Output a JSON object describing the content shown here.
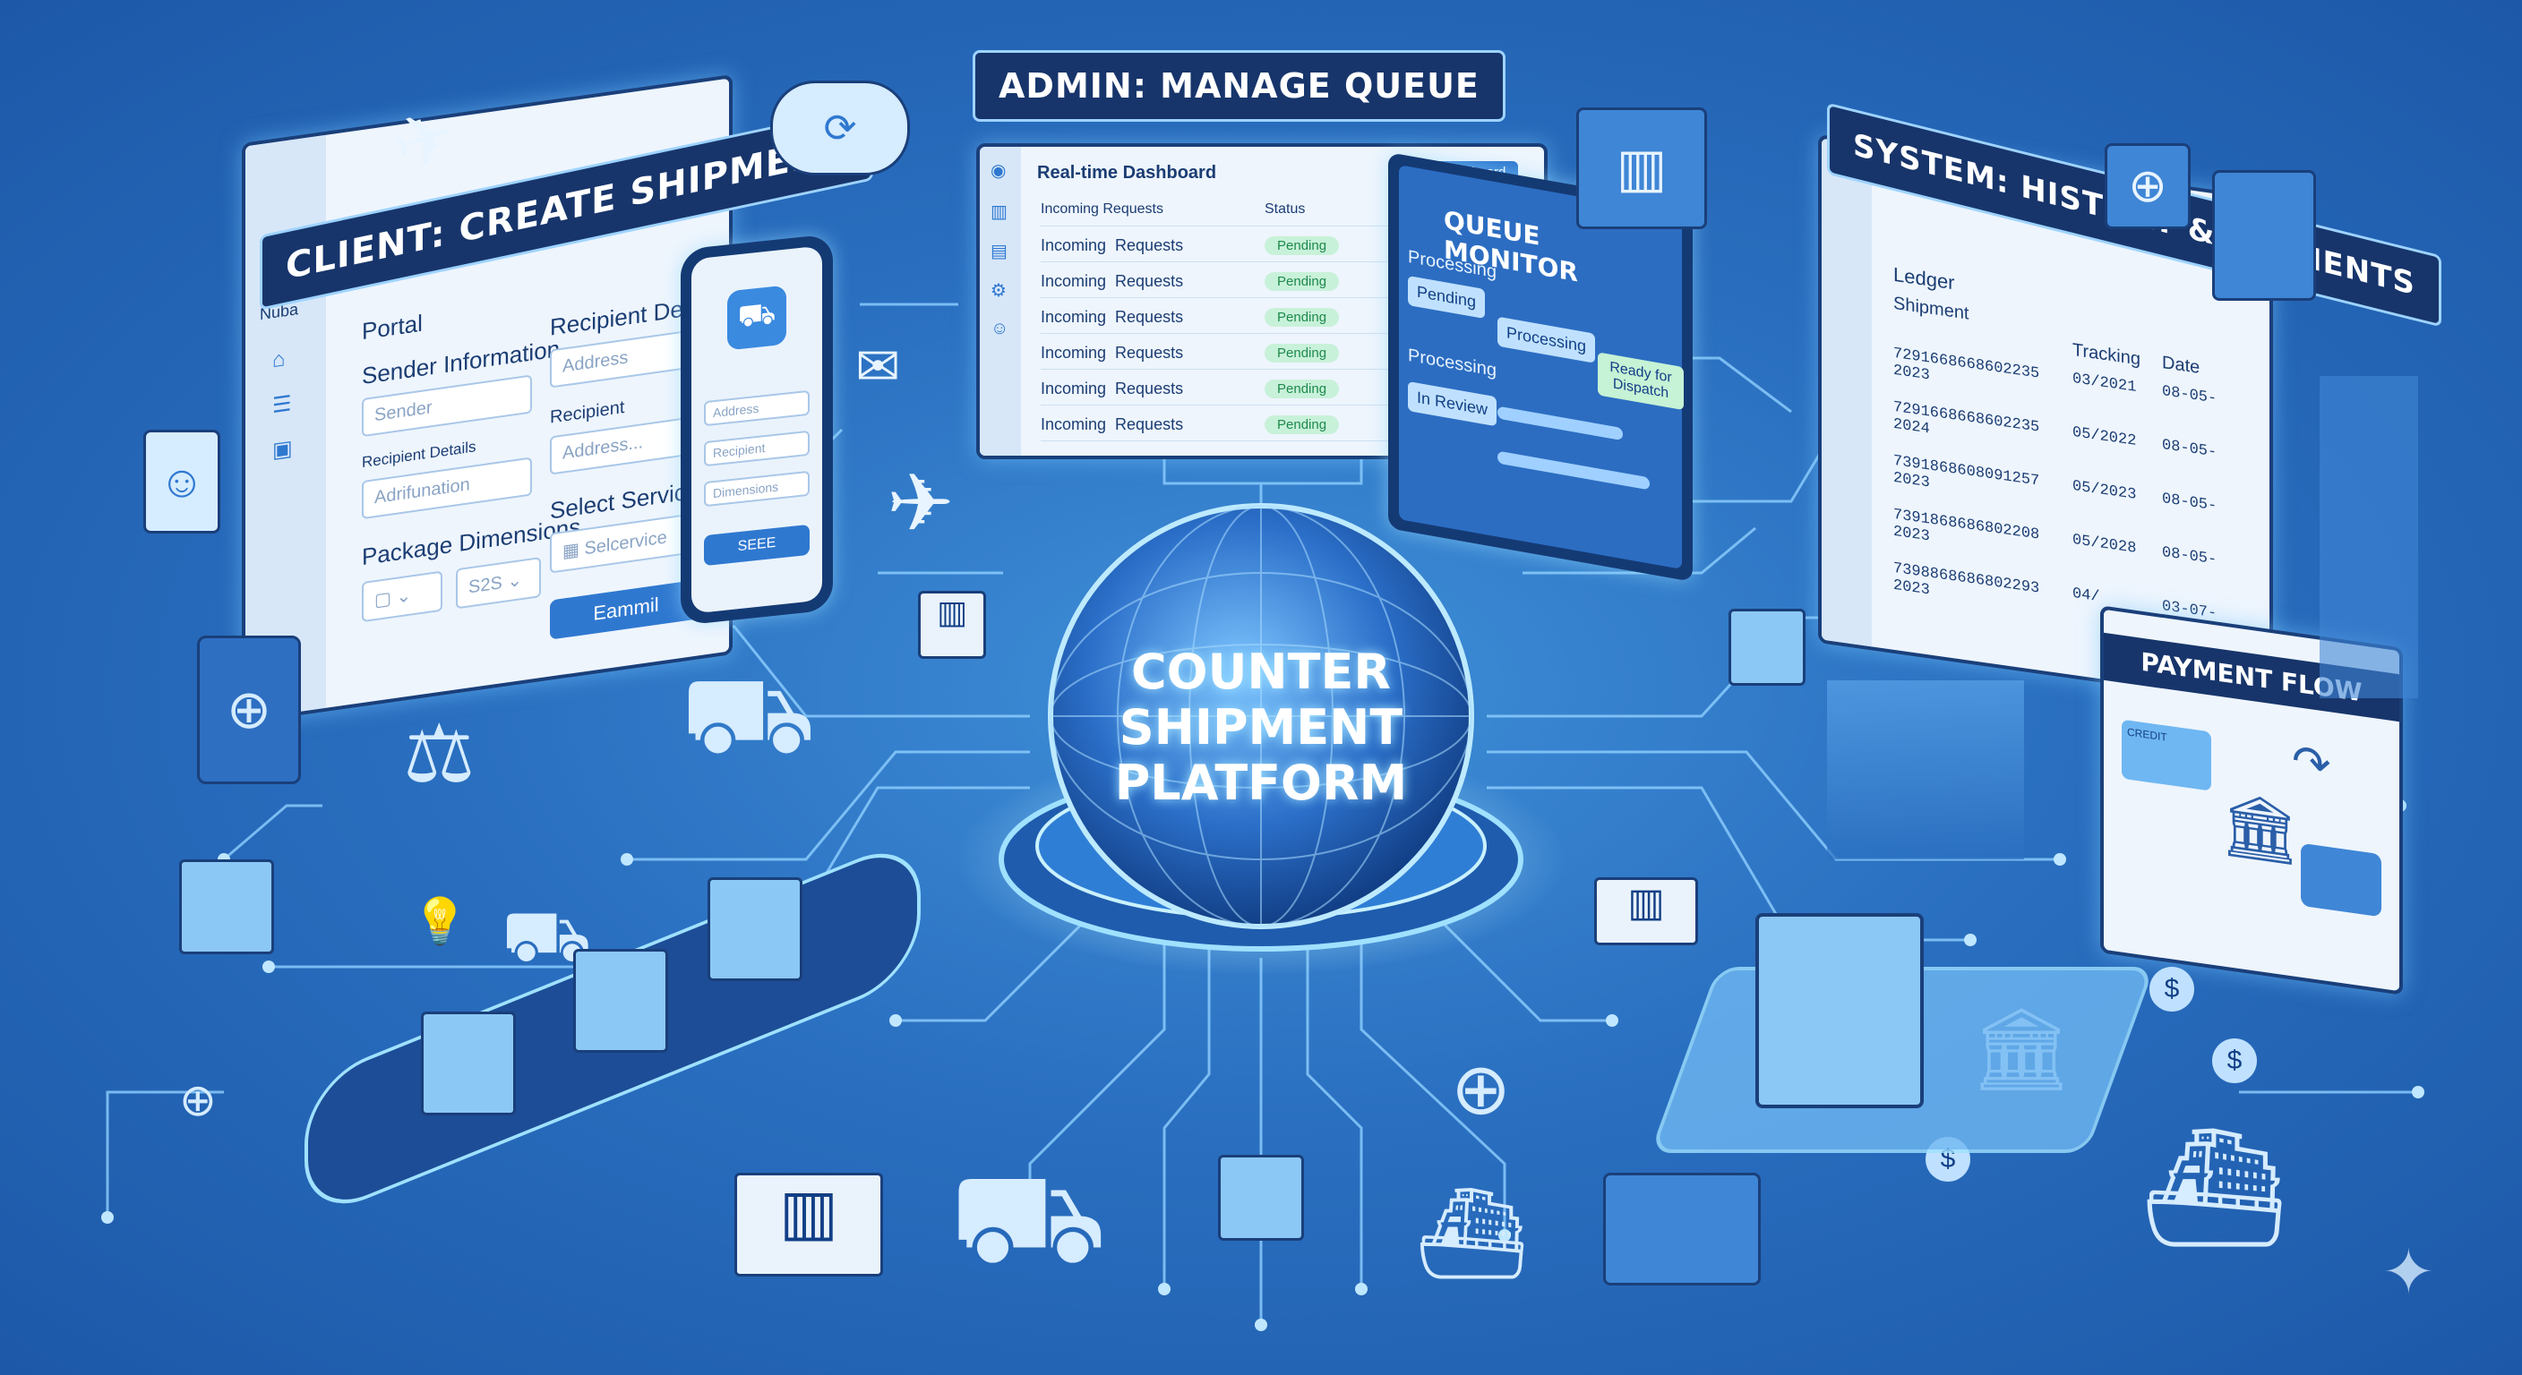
{
  "client_panel": {
    "banner": "CLIENT: CREATE SHIPMENT",
    "brand": "Nuba",
    "portal_label": "Portal",
    "sender_heading": "Sender Information",
    "sender_placeholder": "Sender",
    "recipient_details_small": "Recipient Details",
    "recipient_details_placeholder": "Adrifunation",
    "package_heading": "Package Dimensions",
    "size_value": "S2S",
    "recipient_heading": "Recipient Details",
    "address_placeholder": "Address",
    "recipient_small": "Recipient",
    "address_placeholder_2": "Address...",
    "service_heading": "Select Service",
    "service_value": "Selcervice",
    "submit_label": "Eammil"
  },
  "phone": {
    "field_1": "Address",
    "field_2": "Recipient",
    "field_3": "Dimensions",
    "button": "SEEE"
  },
  "admin_panel": {
    "banner": "ADMIN: MANAGE QUEUE",
    "title": "Real-time Dashboard",
    "dashboard_button": "Dashboard",
    "col_requests": "Incoming Requests",
    "col_status": "Status",
    "rows": [
      {
        "name": "Incoming  Requests",
        "status": "Pending"
      },
      {
        "name": "Incoming  Requests",
        "status": "Pending"
      },
      {
        "name": "Incoming  Requests",
        "status": "Pending"
      },
      {
        "name": "Incoming  Requests",
        "status": "Pending"
      },
      {
        "name": "Incoming  Requests",
        "status": "Pending"
      },
      {
        "name": "Incoming  Requests",
        "status": "Pending"
      }
    ]
  },
  "queue_monitor": {
    "title": "QUEUE MONITOR",
    "processing_label": "Processing",
    "pending": "Pending",
    "processing_box": "Processing",
    "ready": "Ready for Dispatch",
    "processing_label_2": "Processing",
    "in_review": "In Review"
  },
  "system_panel": {
    "banner": "SYSTEM: HISTORY & PAYMENTS",
    "ledger": "Ledger",
    "shipment_label": "Shipment",
    "tracking_header": "Tracking",
    "date_header": "Date",
    "entries": [
      {
        "id": "7291668668602235",
        "tracking": "03/2021",
        "date": "08-05-2023"
      },
      {
        "id": "7291668668602235",
        "tracking": "05/2022",
        "date": "08-05-2024"
      },
      {
        "id": "7391868608091257",
        "tracking": "05/2023",
        "date": "08-05-2023"
      },
      {
        "id": "7391868686802208",
        "tracking": "05/2028",
        "date": "08-05-2023"
      },
      {
        "id": "7398868686802293",
        "tracking": "04/",
        "date": "03-07-2023"
      }
    ]
  },
  "payment_flow": {
    "title": "PAYMENT FLOW",
    "card_label": "CREDIT"
  },
  "hub": {
    "line1": "COUNTER",
    "line2": "SHIPMENT",
    "line3": "PLATFORM"
  },
  "colors": {
    "background": "#2a6fc0",
    "panel": "#eef5fd",
    "banner": "#17356b",
    "accent": "#7fd3ff",
    "pending": "#c8f1d9"
  }
}
